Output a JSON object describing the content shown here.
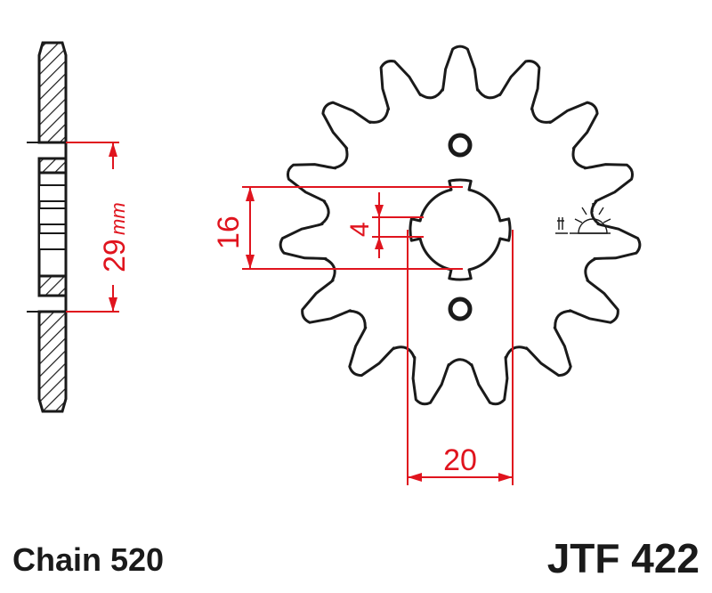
{
  "labels": {
    "chain": "Chain 520",
    "part_number": "JTF 422"
  },
  "dimensions": {
    "width_value": "29",
    "width_unit": "mm",
    "bore_depth": "16",
    "key_width": "4",
    "bore_width": "20"
  },
  "sprocket": {
    "teeth": 15
  },
  "colors": {
    "outline": "#1a1a1a",
    "dimension": "#e0141e",
    "background": "#ffffff"
  }
}
